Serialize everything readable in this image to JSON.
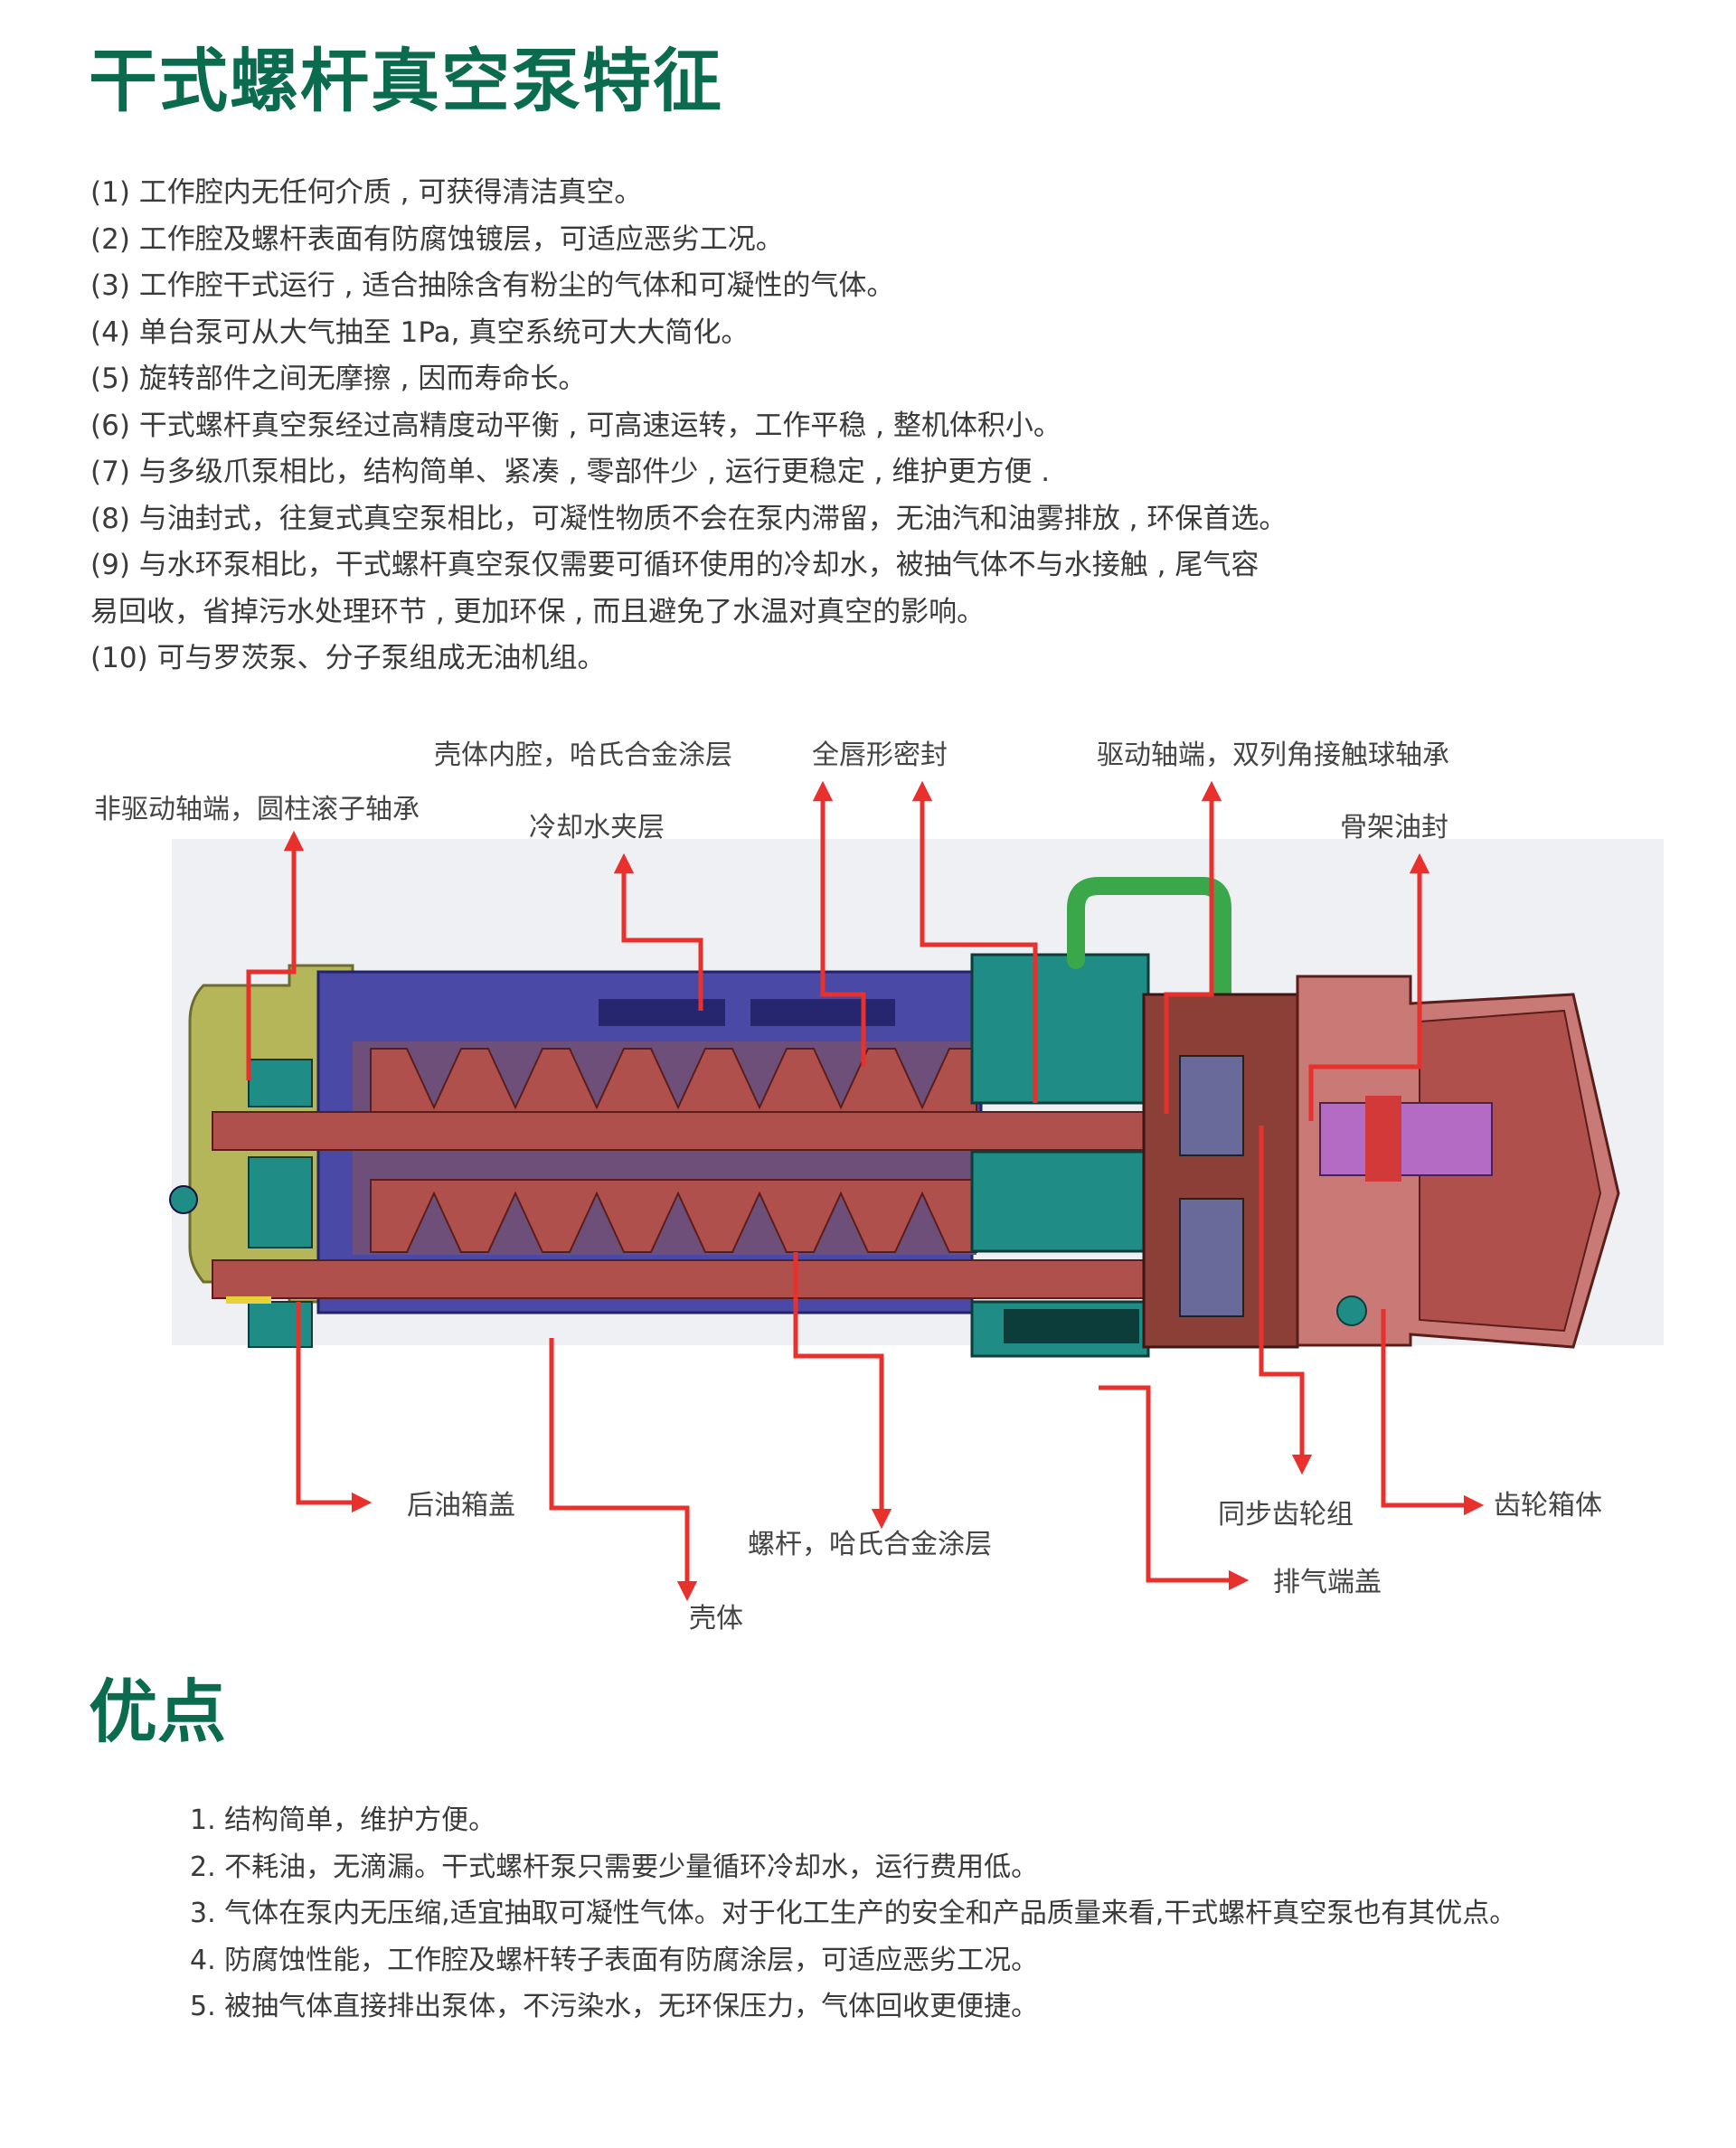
{
  "header": {
    "title": "干式螺杆真空泵特征"
  },
  "features": [
    "(1) 工作腔内无任何介质 , 可获得清洁真空。",
    "(2) 工作腔及螺杆表面有防腐蚀镀层，可适应恶劣工况。",
    "(3) 工作腔干式运行 , 适合抽除含有粉尘的气体和可凝性的气体。",
    "(4) 单台泵可从大气抽至 1Pa, 真空系统可大大简化。",
    "(5) 旋转部件之间无摩擦 , 因而寿命长。",
    "(6) 干式螺杆真空泵经过高精度动平衡 , 可高速运转，工作平稳 , 整机体积小。",
    "(7) 与多级爪泵相比，结构简单、紧凑 , 零部件少 , 运行更稳定 , 维护更方便 .",
    "(8) 与油封式，往复式真空泵相比，可凝性物质不会在泵内滞留，无油汽和油雾排放 , 环保首选。",
    "(9) 与水环泵相比，干式螺杆真空泵仅需要可循环使用的冷却水，被抽气体不与水接触 , 尾气容",
    "易回收，省掉污水处理环节 , 更加环保 , 而且避免了水温对真空的影响。",
    "(10) 可与罗茨泵、分子泵组成无油机组。"
  ],
  "diagram": {
    "labels": {
      "non_drive_bearing": "非驱动轴端，圆柱滚子轴承",
      "housing_cavity": "壳体内腔，哈氏合金涂层",
      "lip_seal": "全唇形密封",
      "drive_bearing": "驱动轴端，双列角接触球轴承",
      "cooling_jacket": "冷却水夹层",
      "skeleton_seal": "骨架油封",
      "rear_cover": "后油箱盖",
      "screw_coating": "螺杆，哈氏合金涂层",
      "housing": "壳体",
      "timing_gears": "同步齿轮组",
      "gearbox": "齿轮箱体",
      "exhaust_cover": "排气端盖"
    }
  },
  "advantages_title": "优点",
  "advantages": [
    "1. 结构简单，维护方便。",
    "2. 不耗油，无滴漏。干式螺杆泵只需要少量循环冷却水，运行费用低。",
    "3. 气体在泵内无压缩,适宜抽取可凝性气体。对于化工生产的安全和产品质量来看,干式螺杆真空泵也有其优点。",
    "4. 防腐蚀性能，工作腔及螺杆转子表面有防腐涂层，可适应恶劣工况。",
    "5. 被抽气体直接排出泵体，不污染水，无环保压力，气体回收更便捷。"
  ],
  "colors": {
    "heading": "#0b6b4f",
    "arrow": "#e8302c",
    "casing": "#4a4aa6",
    "rotor": "#b0504c",
    "bearing": "#1f8c86",
    "end_cover": "#b5b55a",
    "gearbox": "#8b3f37",
    "pipe": "#3aa84a"
  }
}
